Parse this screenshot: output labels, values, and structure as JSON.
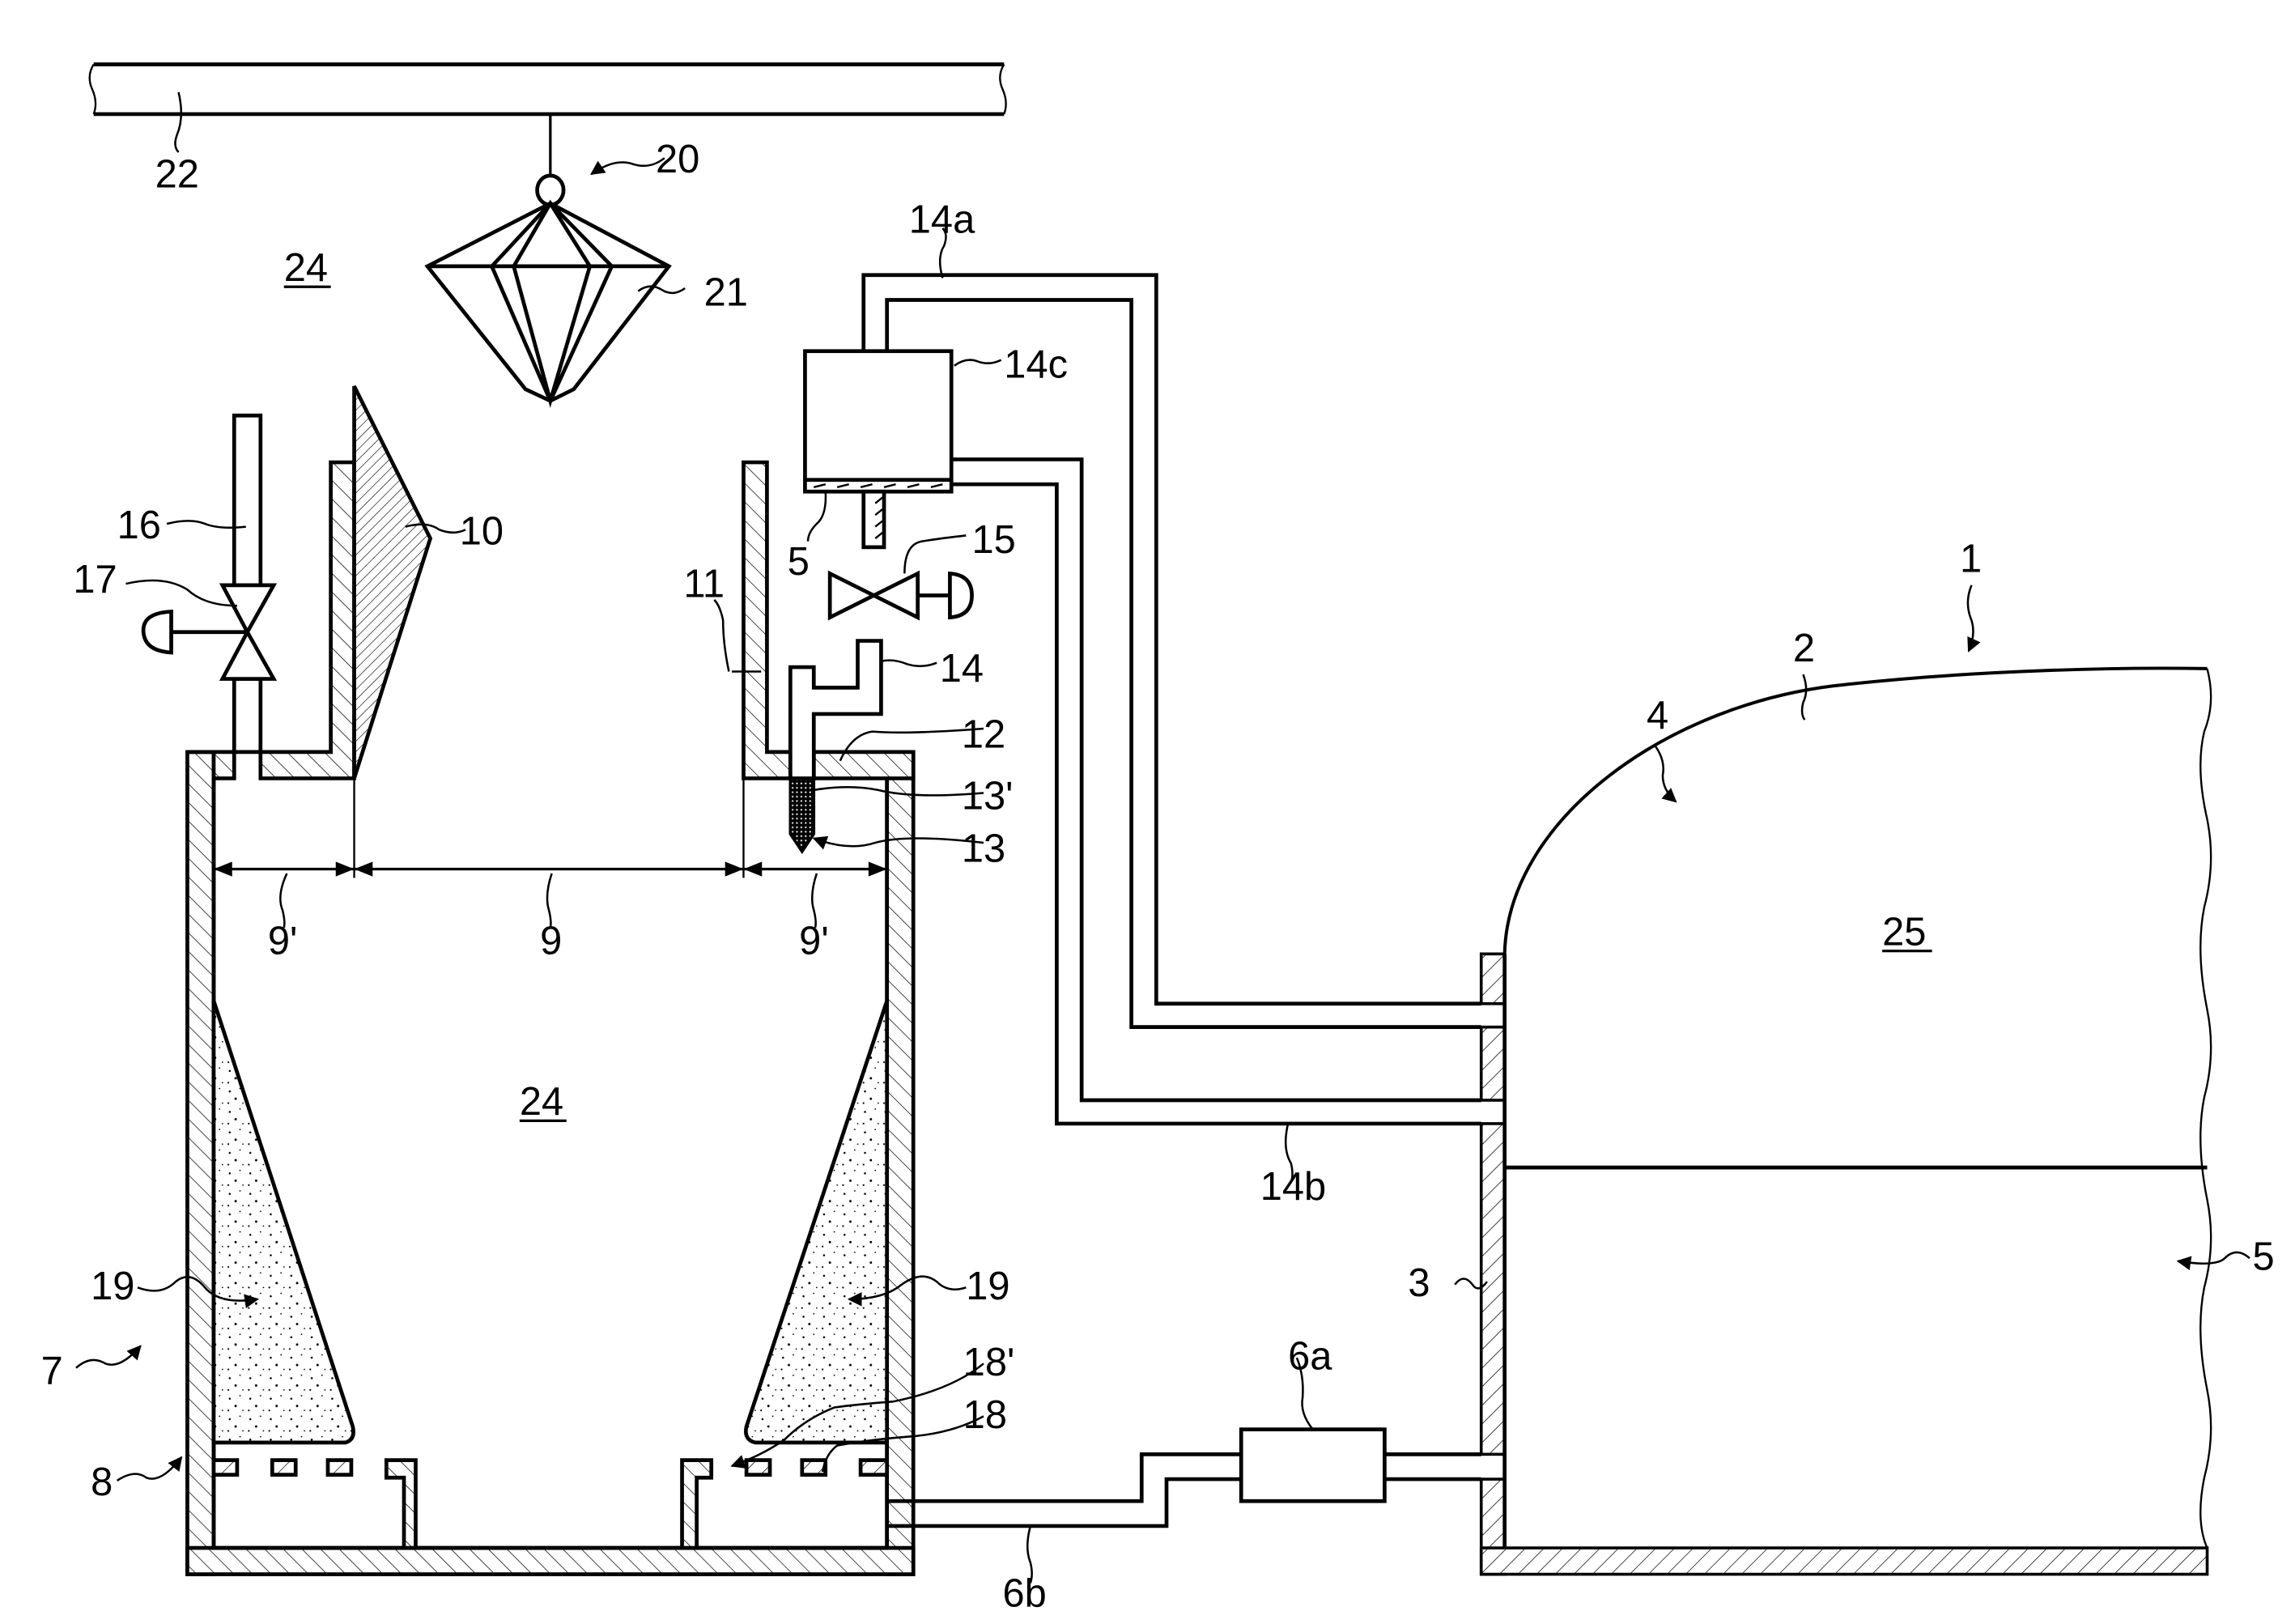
{
  "figure": {
    "description": "Schematic of an ash/dust treatment vessel connected to a storage tank",
    "labels": {
      "ref_1": "1",
      "ref_2": "2",
      "ref_3": "3",
      "ref_4": "4",
      "ref_5_tank": "5",
      "ref_5_box": "5",
      "ref_6a": "6a",
      "ref_6b": "6b",
      "ref_7": "7",
      "ref_8": "8",
      "ref_9": "9",
      "ref_9p_left": "9'",
      "ref_9p_right": "9'",
      "ref_10": "10",
      "ref_11": "11",
      "ref_12": "12",
      "ref_13": "13",
      "ref_13p": "13'",
      "ref_14": "14",
      "ref_14a": "14a",
      "ref_14b": "14b",
      "ref_14c": "14c",
      "ref_15": "15",
      "ref_16": "16",
      "ref_17": "17",
      "ref_18": "18",
      "ref_18p": "18'",
      "ref_19_left": "19",
      "ref_19_right": "19",
      "ref_20": "20",
      "ref_21": "21",
      "ref_22": "22",
      "ref_24_top": "24",
      "ref_24_vessel": "24",
      "ref_25": "25"
    }
  }
}
